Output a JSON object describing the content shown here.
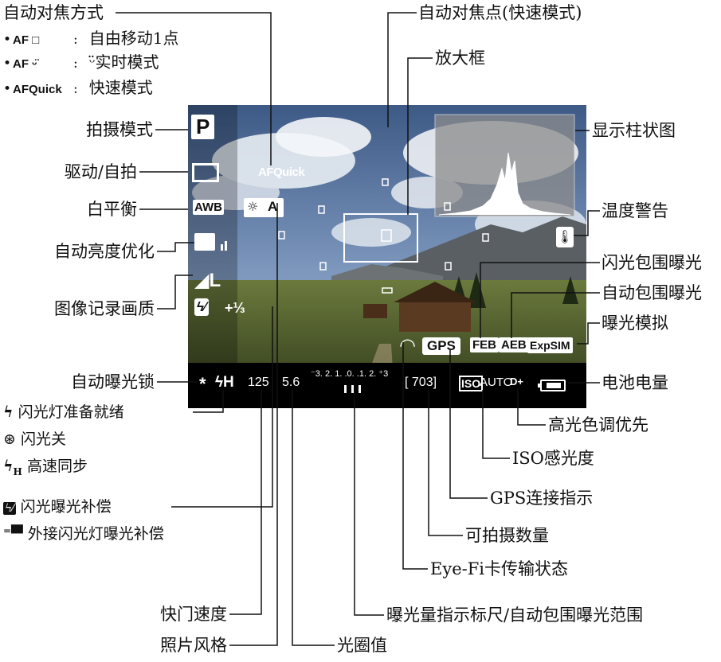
{
  "af_method": {
    "title": "自动对焦方式",
    "items": [
      {
        "code": "AF □",
        "sep": ":",
        "desc": "自由移动1点"
      },
      {
        "code": "AF ᵕ̈",
        "sep": ":",
        "desc": "ᵕ̈实时模式"
      },
      {
        "code": "AFQuick",
        "sep": ":",
        "desc": "快速模式"
      }
    ]
  },
  "left_labels": {
    "shooting_mode": "拍摄模式",
    "drive": "驱动/自拍",
    "white_balance": "白平衡",
    "alo": "自动亮度优化",
    "image_quality": "图像记录画质",
    "ae_lock": "自动曝光锁"
  },
  "right_labels": {
    "af_point": "自动对焦点(快速模式)",
    "magnify": "放大框",
    "histogram": "显示柱状图",
    "temp_warning": "温度警告",
    "feb": "闪光包围曝光",
    "aeb": "自动包围曝光",
    "exp_sim": "曝光模拟",
    "battery": "电池电量"
  },
  "bottom_labels": {
    "flash_ready": "闪光灯准备就绪",
    "flash_off": "闪光关",
    "high_speed": "高速同步",
    "flash_comp": "闪光曝光补偿",
    "ext_flash_comp": "外接闪光灯曝光补偿",
    "highlight_tone": "高光色调优先",
    "iso": "ISO感光度",
    "gps": "GPS连接指示",
    "shots": "可拍摄数量",
    "eyefi": "Eye-Fi卡传输状态",
    "shutter": "快门速度",
    "meter": "曝光量指示标尺/自动包围曝光范围",
    "picture_style": "照片风格",
    "aperture": "光圈值"
  },
  "lcd": {
    "mode": "P",
    "af_quick": "AFQuick",
    "awb": "AWB",
    "picture_style_letter": "A",
    "quality": "L",
    "flash_comp_value": "+⅓",
    "star": "*",
    "flash_symbol": "ϟH",
    "shutter": "125",
    "aperture": "5.6",
    "meter_scale": "⁻3. 2. 1. .0. .1. 2. ⁺3",
    "shots": "[ 703]",
    "iso_label": "ISO",
    "iso_value": "AUTO",
    "d_plus": "D+",
    "gps": "GPS",
    "feb": "FEB",
    "aeb": "AEB",
    "expsim": "ExpSIM"
  },
  "colors": {
    "sky": "#6f8fb8",
    "ground": "#4b5a2e",
    "line": "#111111"
  }
}
